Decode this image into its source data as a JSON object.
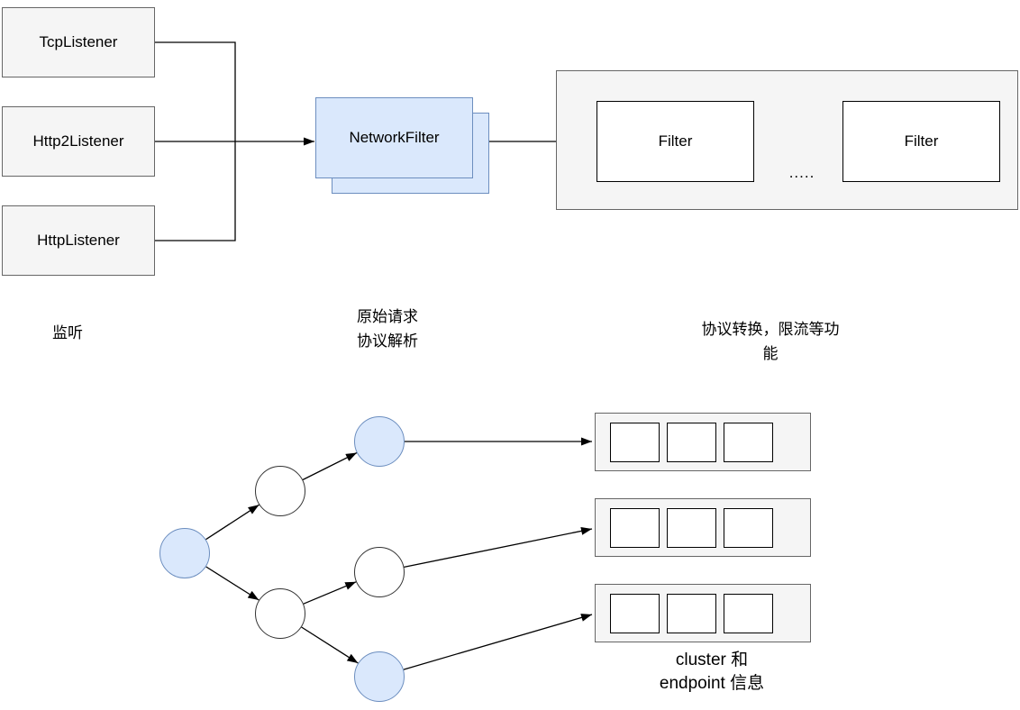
{
  "colors": {
    "box_fill": "#f5f5f5",
    "box_border": "#666666",
    "blue_fill": "#dae8fc",
    "blue_border": "#6c8ebf",
    "white_fill": "#ffffff",
    "line": "#000000",
    "text": "#000000"
  },
  "listeners": [
    {
      "label": "TcpListener"
    },
    {
      "label": "Http2Listener"
    },
    {
      "label": "HttpListener"
    }
  ],
  "network_filter": {
    "label": "NetworkFilter"
  },
  "filter_chain": {
    "filters": [
      {
        "label": "Filter"
      },
      {
        "label": "Filter"
      }
    ],
    "ellipsis": "....."
  },
  "captions": {
    "listeners": "监听",
    "parse": "原始请求\n协议解析",
    "filter_chain": "协议转换，限流等功\n能",
    "cluster": "cluster 和\nendpoint 信息"
  }
}
